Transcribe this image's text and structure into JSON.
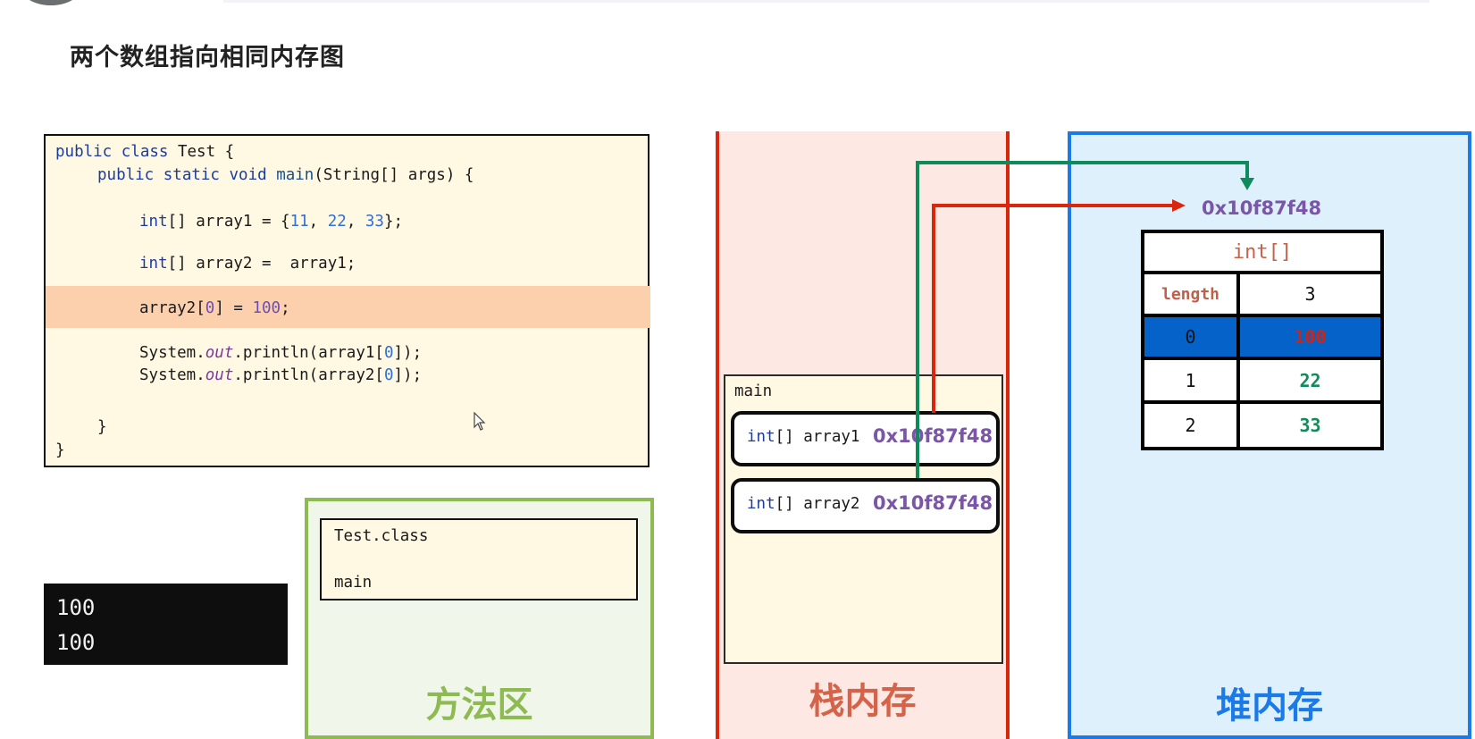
{
  "title": "两个数组指向相同内存图",
  "code": {
    "lines": [
      {
        "kw": "public class ",
        "rest": "Test {"
      },
      {
        "kw": "public static void ",
        "fn": "main",
        "rest": "(String[] args) {"
      },
      {
        "kw": "int",
        "a": "[] array1 = {",
        "n1": "11",
        "c1": ", ",
        "n2": "22",
        "c2": ", ",
        "n3": "33",
        "b": "};"
      },
      {
        "kw": "int",
        "rest": "[] array2 =  array1;"
      },
      {
        "a": "array2[",
        "idx": "0",
        "b": "] = ",
        "val": "100",
        "c": ";"
      },
      {
        "a": "System.",
        "fld": "out",
        "b": ".println(array1[",
        "idx": "0",
        "c": "]);"
      },
      {
        "a": "System.",
        "fld": "out",
        "b": ".println(array2[",
        "idx": "0",
        "c": "]);"
      },
      {
        "rest": "}"
      },
      {
        "rest": "}"
      }
    ],
    "highlighted_line": 4
  },
  "console": {
    "output": [
      "100",
      "100"
    ]
  },
  "method_area": {
    "label": "方法区",
    "class_name": "Test.class",
    "method": "main"
  },
  "stack": {
    "label": "栈内存",
    "frame": "main",
    "vars": [
      {
        "type_kw": "int",
        "type_rest": "[] array1",
        "addr": "0x10f87f48"
      },
      {
        "type_kw": "int",
        "type_rest": "[] array2",
        "addr": "0x10f87f48"
      }
    ]
  },
  "heap": {
    "label": "堆内存",
    "address": "0x10f87f48",
    "type": "int[]",
    "length_label": "length",
    "length": "3",
    "elements": [
      {
        "index": "0",
        "value": "100",
        "highlighted": true
      },
      {
        "index": "1",
        "value": "22"
      },
      {
        "index": "2",
        "value": "33"
      }
    ]
  },
  "colors": {
    "stack_border": "#d9260c",
    "heap_border": "#1a7ae8",
    "method_border": "#8dbb52",
    "arrow_array1": "#d9260c",
    "arrow_array2": "#0f8a5a",
    "address": "#7a55a8"
  }
}
